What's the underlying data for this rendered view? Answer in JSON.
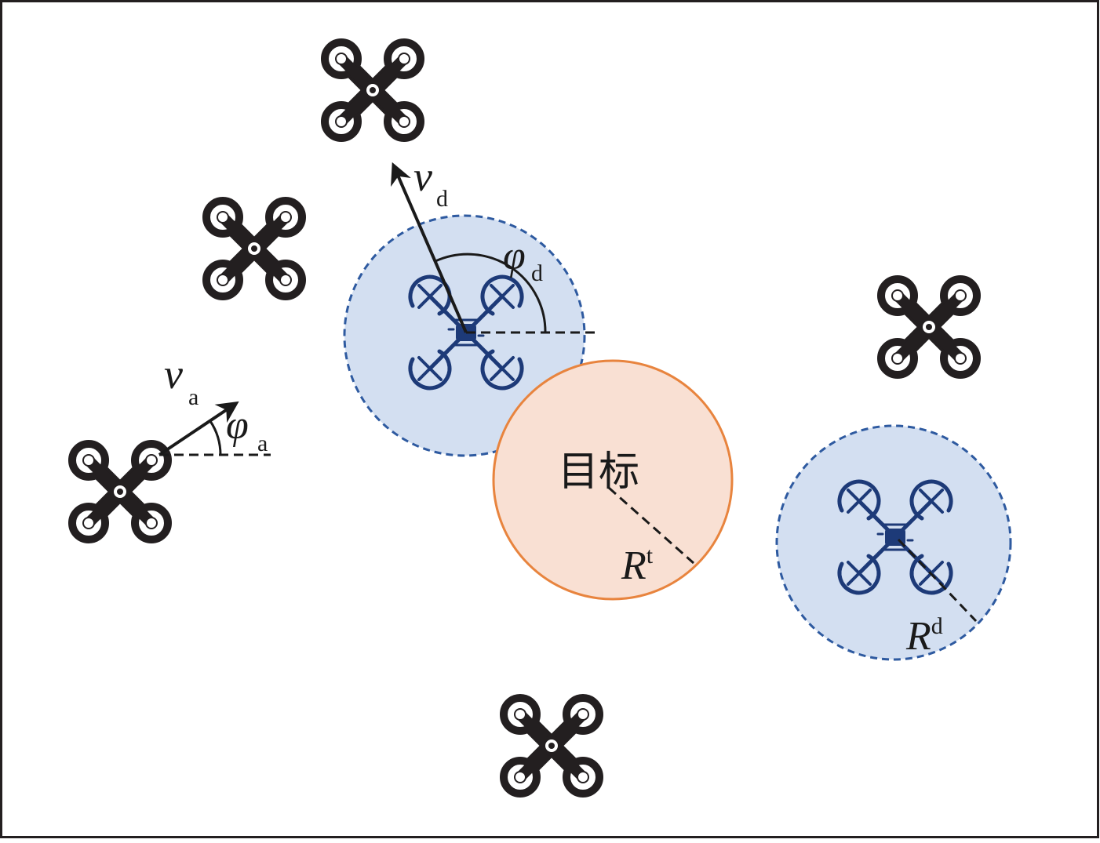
{
  "target": {
    "label": "目标",
    "radius_label": "R",
    "radius_sup": "t"
  },
  "defender_radius": {
    "label": "R",
    "sup": "d"
  },
  "defender_velocity": {
    "symbol": "v",
    "sub": "d"
  },
  "defender_angle": {
    "symbol": "φ",
    "sub": "d"
  },
  "attacker_velocity": {
    "symbol": "v",
    "sub": "a"
  },
  "attacker_angle": {
    "symbol": "φ",
    "sub": "a"
  },
  "colors": {
    "frame": "#231f20",
    "drone_black": "#231f20",
    "drone_blue": "#1d3a78",
    "defender_zone_fill": "#d3dff1",
    "defender_zone_stroke": "#2e5aa0",
    "target_fill": "#f9e0d3",
    "target_stroke": "#e8843e"
  },
  "icons": {
    "attacker": "black-quadcopter-icon",
    "defender": "blue-quadcopter-icon"
  }
}
